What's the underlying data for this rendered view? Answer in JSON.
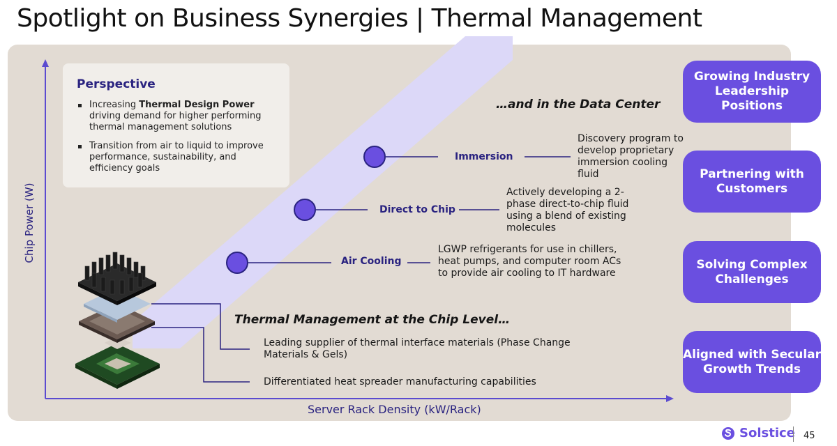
{
  "title": "Spotlight on Business Synergies | Thermal Management",
  "perspective": {
    "heading": "Perspective",
    "bullets": [
      {
        "pre": "Increasing ",
        "bold": "Thermal Design Power",
        "post": " driving demand for higher performing thermal management solutions"
      },
      {
        "pre": "Transition from air to liquid to improve performance, sustainability, and efficiency goals",
        "bold": "",
        "post": ""
      }
    ]
  },
  "data_center_heading": "…and in the Data Center",
  "chip_heading": "Thermal Management at the Chip Level…",
  "stages": {
    "immersion": {
      "label": "Immersion",
      "desc": "Discovery program to develop proprietary immersion cooling fluid"
    },
    "direct_to_chip": {
      "label": "Direct to Chip",
      "desc": "Actively developing a 2-phase direct-to-chip fluid using a blend of existing molecules"
    },
    "air_cooling": {
      "label": "Air Cooling",
      "desc": "LGWP refrigerants for use in chillers, heat pumps, and computer room ACs to provide air cooling to IT hardware"
    }
  },
  "chip_points": [
    "Leading supplier of thermal interface materials (Phase Change Materials & Gels)",
    "Differentiated heat spreader manufacturing capabilities"
  ],
  "axes": {
    "y": "Chip Power (W)",
    "x": "Server Rack Density (kW/Rack)"
  },
  "pills": [
    "Growing Industry Leadership Positions",
    "Partnering with Customers",
    "Solving Complex Challenges",
    "Aligned with Secular Growth Trends"
  ],
  "brand": {
    "name": "Solstice"
  },
  "page_number": "45",
  "colors": {
    "accent": "#6a4fe0",
    "navy": "#2a2380",
    "panel": "#e2dbd3",
    "band": "#dcd8f8"
  }
}
